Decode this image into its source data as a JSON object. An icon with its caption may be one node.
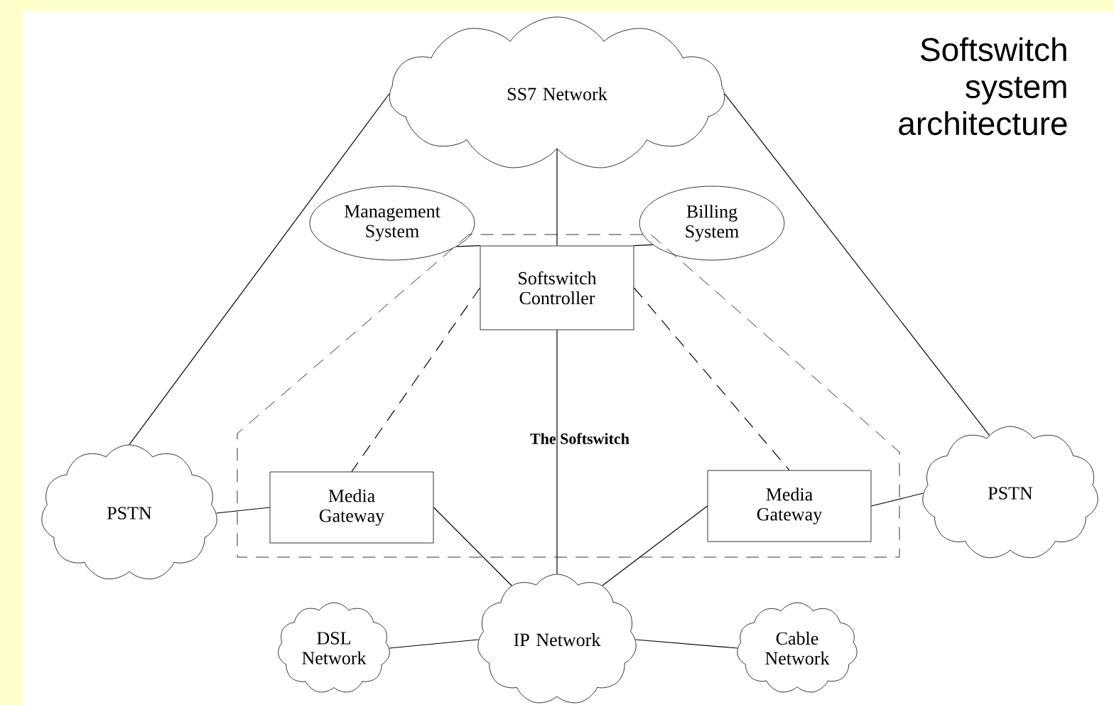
{
  "diagram": {
    "title": "Softswitch system architecture",
    "nodes": [
      {
        "text": [
          "SS7 Network"
        ]
      },
      {
        "text": [
          "Management System"
        ]
      },
      {
        "text": [
          "Billing System"
        ]
      },
      {
        "text": [
          "The Softswitch"
        ]
      },
      {
        "text": [
          "Softswitch Controller"
        ],
        "in": 3
      },
      {
        "text": [
          "Media Gateway"
        ],
        "in": 3
      },
      {
        "text": [
          "Media Gateway"
        ],
        "in": 3
      },
      {
        "text": [
          "PSTN"
        ]
      },
      {
        "text": [
          "PSTN"
        ]
      },
      {
        "text": [
          "DSL Network"
        ]
      },
      {
        "text": [
          "IP Network"
        ]
      },
      {
        "text": [
          "Cable Network"
        ]
      }
    ],
    "edges": [
      {
        "from": 0,
        "to": 4,
        "arrow": "none"
      },
      {
        "from": 0,
        "to": 7,
        "arrow": "none"
      },
      {
        "from": 0,
        "to": 8,
        "arrow": "none"
      },
      {
        "from": 1,
        "to": 4,
        "arrow": "none"
      },
      {
        "from": 2,
        "to": 4,
        "arrow": "none"
      },
      {
        "from": 4,
        "to": 5,
        "arrow": "none",
        "style": "dashed"
      },
      {
        "from": 4,
        "to": 6,
        "arrow": "none",
        "style": "dashed"
      },
      {
        "from": 4,
        "to": 10,
        "arrow": "none"
      },
      {
        "from": 7,
        "to": 5,
        "arrow": "none"
      },
      {
        "from": 5,
        "to": 10,
        "arrow": "none"
      },
      {
        "from": 6,
        "to": 10,
        "arrow": "none"
      },
      {
        "from": 6,
        "to": 8,
        "arrow": "none"
      },
      {
        "from": 9,
        "to": 10,
        "arrow": "none"
      },
      {
        "from": 10,
        "to": 11,
        "arrow": "none"
      }
    ]
  }
}
